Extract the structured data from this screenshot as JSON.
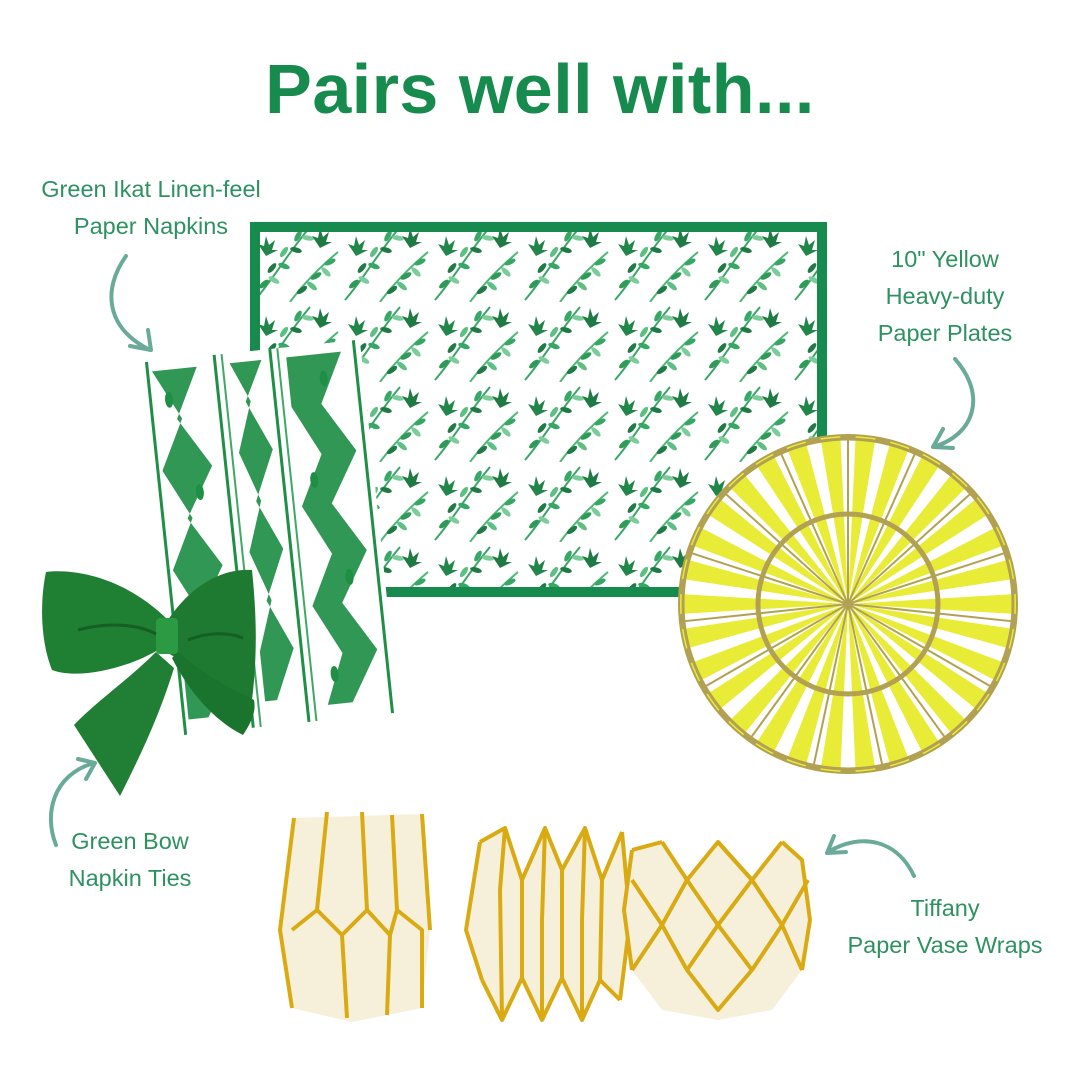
{
  "header": {
    "title": "Pairs well with..."
  },
  "colors": {
    "title_green": "#178a4d",
    "label_green": "#2e9160",
    "arrow_teal": "#6aaa98",
    "placemat_border": "#178a4d",
    "leaf_dark": "#1f7a44",
    "leaf_mid": "#36a765",
    "leaf_light": "#7ccc9a",
    "ikat_green": "#1e8f45",
    "velvet_green": "#1d7f32",
    "plate_yellow": "#e9ec36",
    "plate_gold": "#b3a152",
    "vase_cream": "#f6f0da",
    "vase_gold": "#d9aa12"
  },
  "products": [
    {
      "id": "napkins",
      "label_lines": [
        "Green Ikat Linen-feel",
        "Paper Napkins"
      ],
      "icon": "ikat-napkin-image"
    },
    {
      "id": "placemat",
      "label_lines": [],
      "icon": "leaf-placemat-image"
    },
    {
      "id": "plates",
      "label_lines": [
        "10\" Yellow",
        "Heavy-duty",
        "Paper Plates"
      ],
      "icon": "striped-plate-image"
    },
    {
      "id": "bow",
      "label_lines": [
        "Green Bow",
        "Napkin Ties"
      ],
      "icon": "velvet-bow-image"
    },
    {
      "id": "vases",
      "label_lines": [
        "Tiffany",
        "Paper Vase Wraps"
      ],
      "icon": "vase-wrap-image"
    }
  ]
}
